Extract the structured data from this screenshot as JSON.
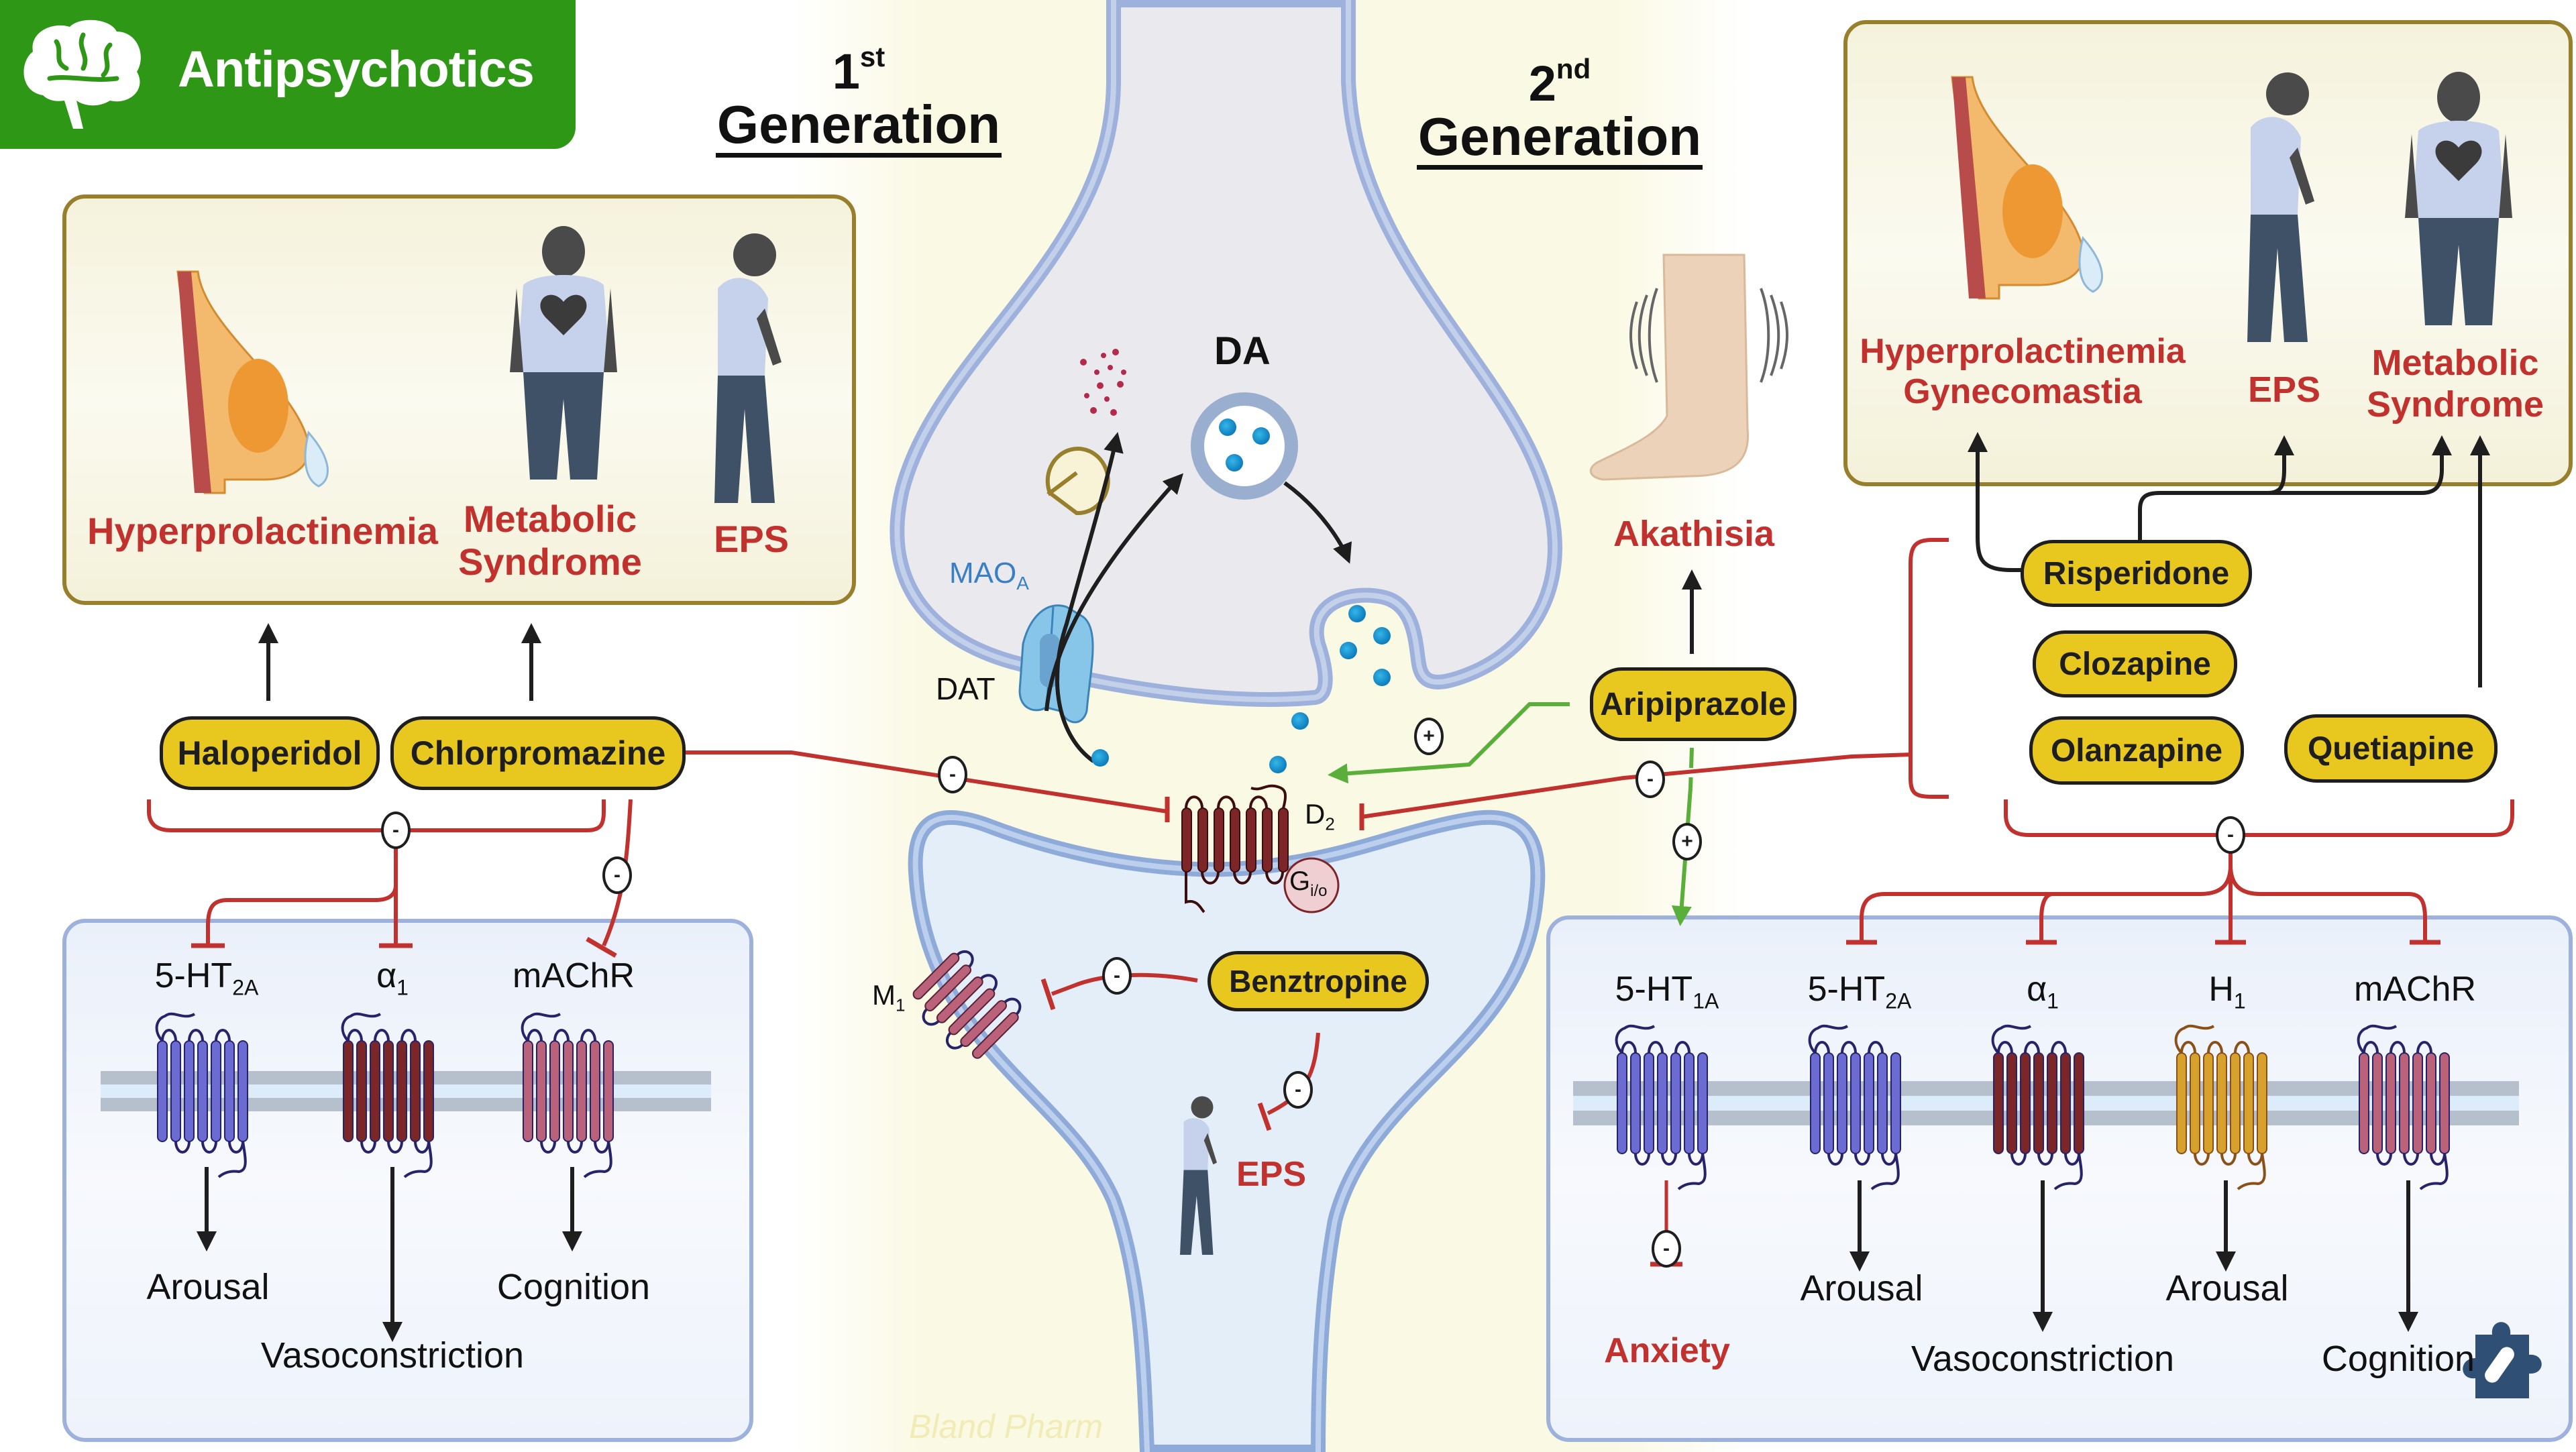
{
  "header": {
    "title": "Antipsychotics",
    "icon": "brain-icon",
    "color": "#2f9716"
  },
  "generations": {
    "first": {
      "number": "1",
      "suffix": "st",
      "word": "Generation"
    },
    "second": {
      "number": "2",
      "suffix": "nd",
      "word": "Generation"
    }
  },
  "colors": {
    "inhibit": "#c1312d",
    "activate": "#5aae3a",
    "pill_fill": "#e8c81f",
    "side_effect_text": "#c1312d",
    "side_effect_border": "#977f2c",
    "receptor_box_border": "#9db1dc",
    "receptor_5ht": "#6b6bd1",
    "receptor_alpha1": "#7d2628",
    "receptor_machr": "#b9627a",
    "receptor_h1": "#d6a12d",
    "mao_label": "#3a7fc6"
  },
  "first_gen": {
    "side_effects": [
      {
        "label": "Hyperprolactinemia",
        "icon": "lactating-breast-icon"
      },
      {
        "label": "Metabolic Syndrome",
        "line1": "Metabolic",
        "line2": "Syndrome",
        "icon": "obese-person-heart-icon"
      },
      {
        "label": "EPS",
        "icon": "stooped-elderly-person-icon"
      }
    ],
    "drugs": [
      "Haloperidol",
      "Chlorpromazine"
    ],
    "inhibit_symbol": "-",
    "receptors": [
      {
        "base": "5-HT",
        "sub": "2A",
        "effect": "Arousal"
      },
      {
        "base": "α",
        "sub": "1",
        "effect": "Vasoconstriction"
      },
      {
        "base": "mAChR",
        "sub": "",
        "effect": "Cognition"
      }
    ]
  },
  "synapse": {
    "neurotransmitter": "DA",
    "mao": {
      "base": "MAO",
      "sub": "A"
    },
    "transporter": "DAT",
    "d2": {
      "base": "D",
      "sub": "2"
    },
    "g_protein": {
      "base": "G",
      "sub": "i/o"
    },
    "m1": {
      "base": "M",
      "sub": "1"
    },
    "benztropine": "Benztropine",
    "benztropine_effect": "EPS",
    "watermark": "Bland Pharm"
  },
  "second_gen": {
    "aripiprazole": "Aripiprazole",
    "akathisia": "Akathisia",
    "side_effects": [
      {
        "line1": "Hyperprolactinemia",
        "line2": "Gynecomastia",
        "icon": "lactating-breast-icon"
      },
      {
        "line1": "EPS",
        "icon": "stooped-elderly-person-icon"
      },
      {
        "line1": "Metabolic",
        "line2": "Syndrome",
        "icon": "obese-person-heart-icon"
      }
    ],
    "drugs": [
      "Risperidone",
      "Clozapine",
      "Olanzapine",
      "Quetiapine"
    ],
    "activate_symbol": "+",
    "inhibit_symbol": "-",
    "receptors": [
      {
        "base": "5-HT",
        "sub": "1A",
        "effect": "Anxiety",
        "effect_kind": "inhibited"
      },
      {
        "base": "5-HT",
        "sub": "2A",
        "effect": "Arousal"
      },
      {
        "base": "α",
        "sub": "1",
        "effect": "Vasoconstriction"
      },
      {
        "base": "H",
        "sub": "1",
        "effect": "Arousal"
      },
      {
        "base": "mAChR",
        "sub": "",
        "effect": "Cognition"
      }
    ]
  },
  "corner_logo": "puzzle-pill-icon"
}
